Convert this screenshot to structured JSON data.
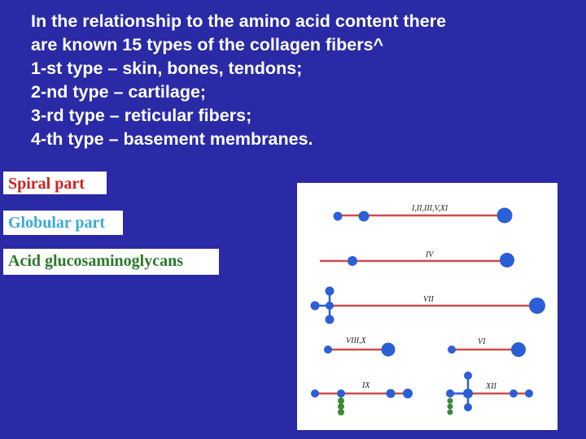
{
  "heading": {
    "lines": [
      "In the relationship to the amino acid content there",
      "are known 15 types of the collagen fibers^",
      "1-st type – skin, bones, tendons;",
      "2-nd type – cartilage;",
      "3-rd type – reticular fibers;",
      "4-th type – basement membranes."
    ]
  },
  "legend": {
    "spiral": {
      "label": "Spiral part",
      "color": "#cc2222"
    },
    "globular": {
      "label": "Globular part",
      "color": "#3aaad6"
    },
    "acid": {
      "label": "Acid glucosaminoglycans",
      "color": "#2a7a2a"
    }
  },
  "diagram": {
    "colors": {
      "helix": "#d24a4a",
      "globule": "#2a5fd6",
      "gag": "#3a8a3a"
    },
    "labels": {
      "t1": "I,II,III,V,XI",
      "t4": "IV",
      "t7": "VII",
      "t8": "VIII,X",
      "t6": "VI",
      "t9": "IX",
      "t12": "XII"
    }
  }
}
